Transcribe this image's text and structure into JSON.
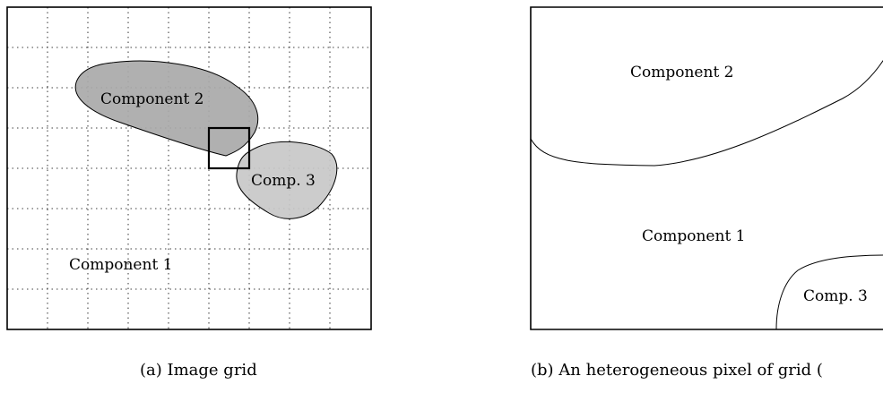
{
  "figure_a": {
    "caption": "(a) Image grid",
    "labels": {
      "component_1": "Component 1",
      "component_2": "Component 2",
      "component_3": "Comp. 3"
    }
  },
  "figure_b": {
    "caption": "(b) An heterogeneous pixel of grid (",
    "labels": {
      "component_1": "Component 1",
      "component_2": "Component 2",
      "component_3": "Comp. 3"
    }
  },
  "colors": {
    "component_2_fill": "#a9a9a9",
    "component_3_fill": "#c8c8c8",
    "grid_line": "#000000",
    "background": "#ffffff"
  }
}
